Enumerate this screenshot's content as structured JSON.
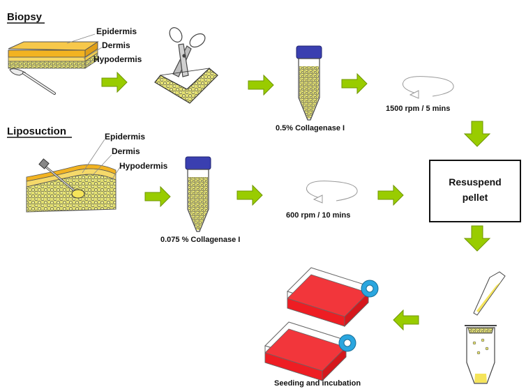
{
  "sections": {
    "biopsy": "Biopsy",
    "liposuction": "Liposuction"
  },
  "tissue_labels": {
    "epidermis": "Epidermis",
    "dermis": "Dermis",
    "hypodermis": "Hypodermis"
  },
  "steps": {
    "biopsy_collagenase": "0.5% Collagenase I",
    "biopsy_centrifuge": "1500 rpm / 5 mins",
    "lipo_collagenase": "0.075 % Collagenase I",
    "lipo_centrifuge": "600 rpm / 10 mins",
    "resuspend_line1": "Resuspend",
    "resuspend_line2": "pellet",
    "seeding": "Seeding and incubation"
  },
  "colors": {
    "arrow": "#99cc00",
    "fat": "#e3e070",
    "epidermis": "#f2b321",
    "dermis": "#f5d96a",
    "cap": "#3a3fb0",
    "medium": "#ee1d23",
    "filter": "#2aa6df"
  }
}
